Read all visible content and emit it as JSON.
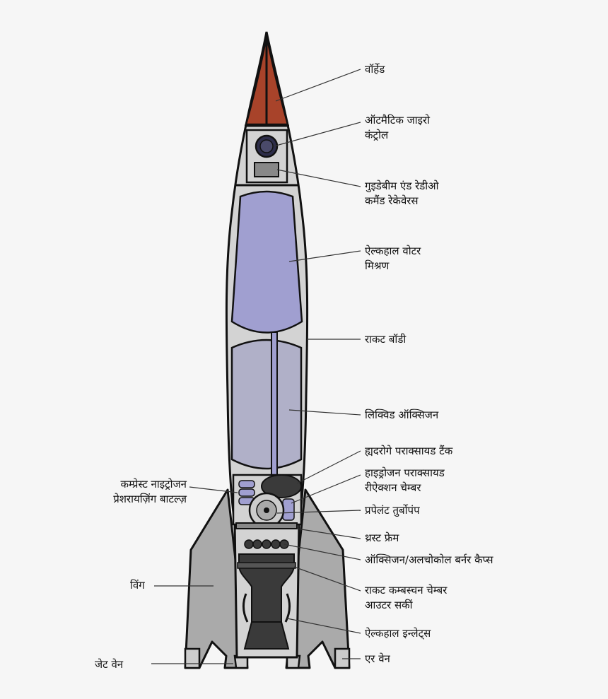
{
  "labels": {
    "warhead": "वॉर्हेड",
    "gyro": [
      "ऑटमैटिक जाइरो",
      "कंट्रोल"
    ],
    "radio": [
      "गुइडेबीम एंड रेडीओ",
      "कमैंड रेकेवेरस"
    ],
    "alcohol_tank": [
      "ऐल्कहाल वोटर",
      "मिश्रण"
    ],
    "body": "राकट बॉडी",
    "oxygen": "लिक्विड ऑक्सिजन",
    "h2o2_tank": "ह्यदरोगे पराक्सायड टैंक",
    "h2o2_chamber": [
      "हाइड्रोजन पराक्सायड",
      "रीऐक्शन चेम्बर"
    ],
    "turbopump": "प्रपेलंट तुर्बोपंप",
    "thrust_frame": "थ्रस्ट फ्रेम",
    "burner_cups": "ऑक्सिजन/अलचोकोल बर्नर कैप्स",
    "combustion": [
      "राकट कम्बस्चन चेम्बर",
      "आउटर सकीं"
    ],
    "alcohol_inlets": "ऐल्कहाल इन्लेट्स",
    "air_vane": "एर वेन",
    "nitrogen": [
      "कम्प्रेस्ट नाइट्रोजन",
      "प्रेशरायज़िंग बाटल्ज़"
    ],
    "wing": "विंग",
    "jet_vane": "जेट वेन"
  },
  "colors": {
    "warhead": "#a8432a",
    "body": "#d3d3d3",
    "fuel": "#a09fd0",
    "oxygen": "#b0b0c8",
    "fin": "#aaaaaa",
    "engine": "#3a3a3a",
    "outline": "#111111"
  }
}
